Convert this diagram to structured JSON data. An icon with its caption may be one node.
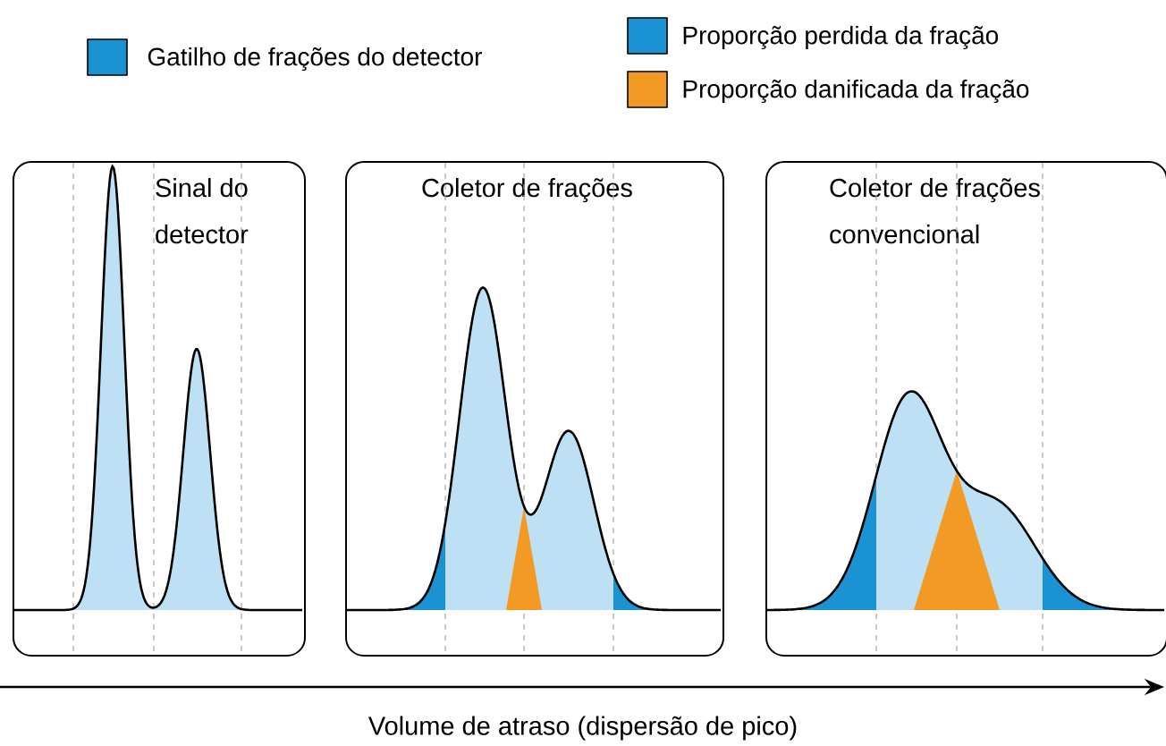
{
  "diagram": {
    "nodes": [
      {
        "text": [
          "Sinal do detector"
        ]
      },
      {
        "text": [
          "Coletor de frações"
        ]
      },
      {
        "text": [
          "Coletor de frações convencional"
        ]
      }
    ],
    "labels": [
      "Volume de atraso (dispersão de pico)"
    ],
    "legend": [
      {
        "text": "Gatilho de frações do detector",
        "color": "#1b93d2"
      },
      {
        "text": "Proporção perdida da fração",
        "color": "#1b93d2"
      },
      {
        "text": "Proporção danificada da fração",
        "color": "#f39a25"
      }
    ]
  }
}
